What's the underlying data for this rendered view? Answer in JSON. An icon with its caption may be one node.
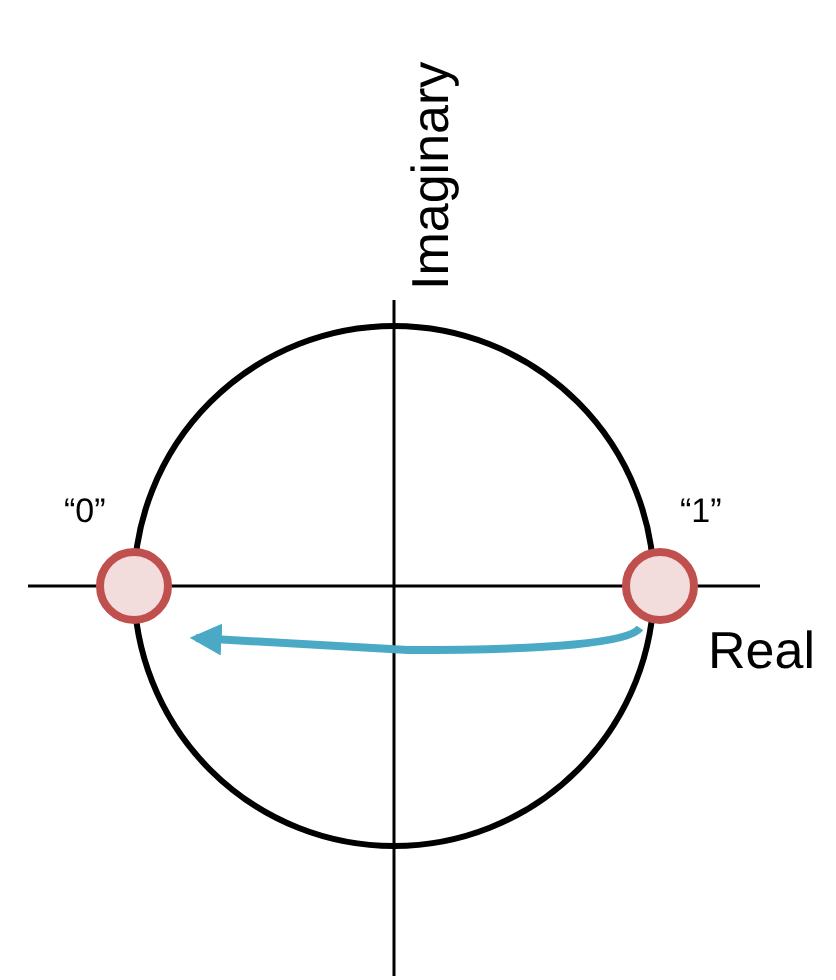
{
  "diagram": {
    "nodes": [
      {
        "text": [],
        "shape": "circle",
        "beside": [
          "“0”"
        ]
      },
      {
        "text": [],
        "shape": "circle",
        "beside": [
          "“1”"
        ]
      }
    ],
    "edges": [
      {
        "from": 1,
        "to": 0,
        "arrow": "to",
        "color": "#4aaac6"
      }
    ],
    "labels": [
      "Imaginary",
      "Real"
    ]
  }
}
